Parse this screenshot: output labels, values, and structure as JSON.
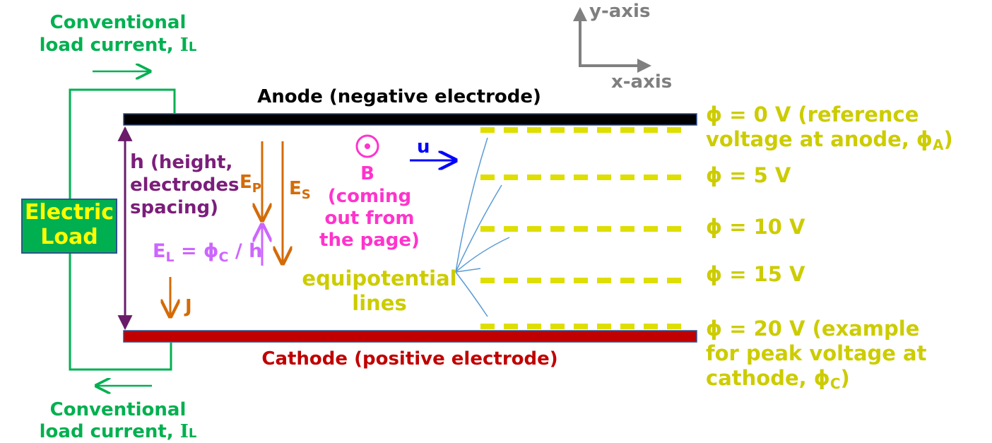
{
  "colors": {
    "anode": "#000000",
    "cathode": "#c00000",
    "load_box": "#00b050",
    "load_text": "#ffff00",
    "circuit": "#00b050",
    "equipotential": "#dede00",
    "field_arrows": "#d46b08",
    "height_arrow": "#7b1e7a",
    "field_ratio": "#cc66ff",
    "b_field": "#ff33cc",
    "velocity": "#0000ff",
    "axes": "#808080",
    "pointer_lines": "#5b9bd5"
  },
  "circuit": {
    "top_label_line1": "Conventional",
    "top_label_line2": "load current, ",
    "top_current_symbol": "I",
    "top_current_sub": "L",
    "bottom_label_line1": "Conventional",
    "bottom_label_line2": "load current, ",
    "bottom_current_symbol": "I",
    "bottom_current_sub": "L",
    "load_line1": "Electric",
    "load_line2": "Load"
  },
  "electrodes": {
    "anode_label": "Anode (negative electrode)",
    "cathode_label": "Cathode (positive electrode)"
  },
  "axes": {
    "y_label": "y-axis",
    "x_label": "x-axis"
  },
  "gap": {
    "height_symbol": "h",
    "height_text_1": " (height,",
    "height_text_2": "electrodes",
    "height_text_3": "spacing)"
  },
  "fields": {
    "ep_symbol": "E",
    "ep_sub": "P",
    "es_symbol": "E",
    "es_sub": "S",
    "el_symbol": "E",
    "el_sub": "L",
    "el_equals": " = ",
    "el_phi": "ϕ",
    "el_phi_sub": "C",
    "el_tail": " / h",
    "j_label": "J"
  },
  "magnetic": {
    "b_label": "B",
    "b_text_1": "(coming",
    "b_text_2": "out from",
    "b_text_3": "the page)"
  },
  "velocity": {
    "u_label": "u"
  },
  "equipotential": {
    "caption_1": "equipotential",
    "caption_2": "lines",
    "levels": [
      {
        "volts": 0,
        "line1": "ϕ = 0 V (reference",
        "line2": "voltage at anode, ϕ",
        "line2_sub": "A",
        "line2_tail": ")"
      },
      {
        "volts": 5,
        "line1": "ϕ = 5 V"
      },
      {
        "volts": 10,
        "line1": "ϕ = 10 V"
      },
      {
        "volts": 15,
        "line1": "ϕ = 15 V"
      },
      {
        "volts": 20,
        "line1": "ϕ = 20 V (example",
        "line2": "for peak voltage at",
        "line3": "cathode, ϕ",
        "line3_sub": "C",
        "line3_tail": ")"
      }
    ]
  }
}
